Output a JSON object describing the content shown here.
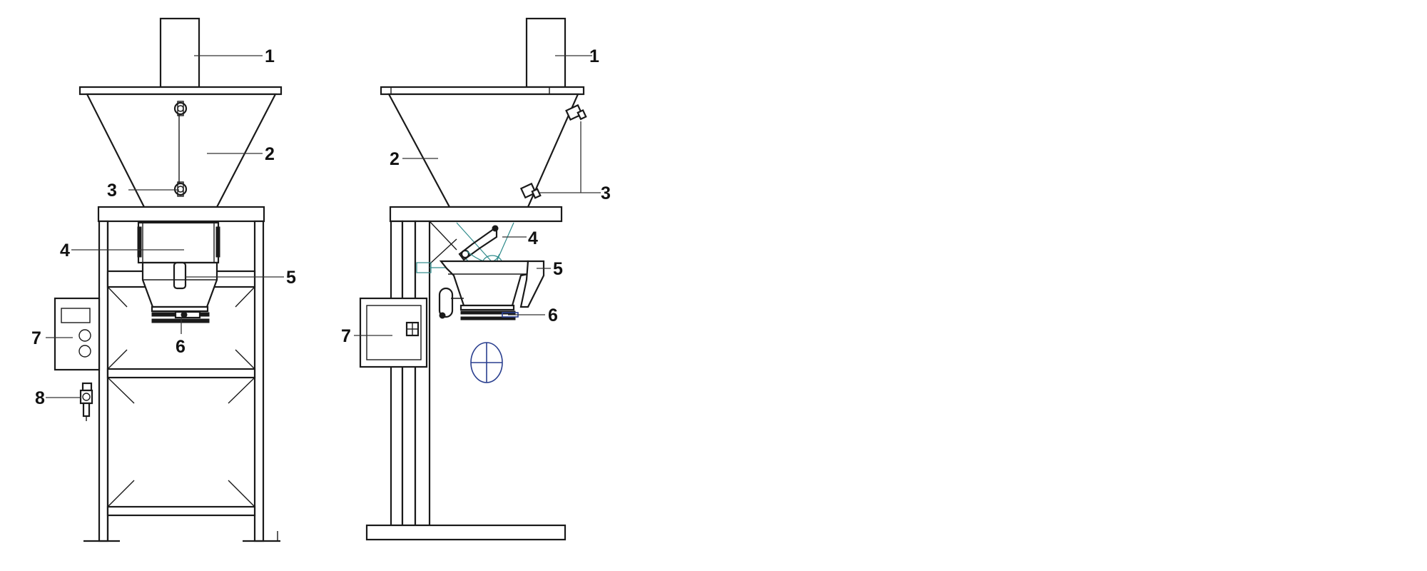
{
  "front_view": {
    "labels": {
      "hopper_inlet": "1",
      "hopper": "2",
      "level_sensors": "3",
      "weighing_bucket": "4",
      "discharge_gate": "5",
      "bag_clamp": "6",
      "control_box": "7",
      "air_filter": "8"
    }
  },
  "side_view": {
    "labels": {
      "hopper_inlet": "1",
      "hopper": "2",
      "level_sensors": "3",
      "weighing_bucket": "4",
      "discharge_gate": "5",
      "bag_clamp": "6",
      "control_box": "7"
    }
  }
}
